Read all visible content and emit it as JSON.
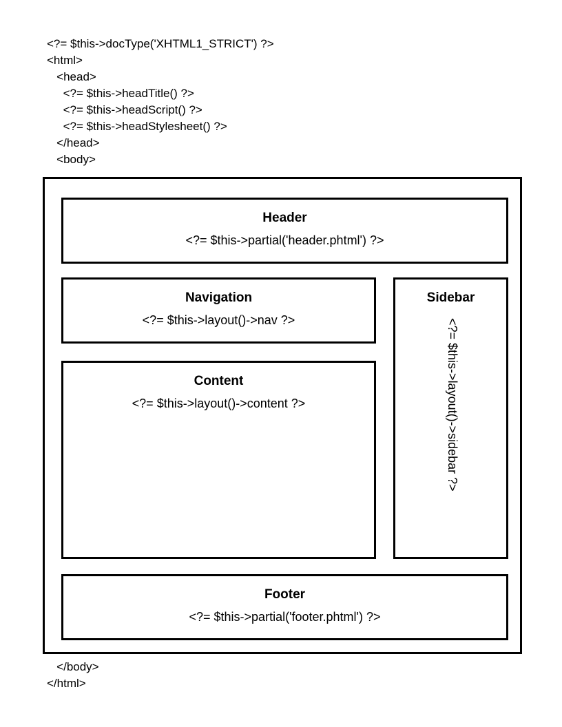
{
  "diagram": {
    "title": "Zend Framework two-step view layout diagram",
    "colors": {
      "ink": "#000000",
      "paper": "#ffffff"
    },
    "code_top": "<?= $this->docType('XHTML1_STRICT') ?>\n<html>\n   <head>\n     <?= $this->headTitle() ?>\n     <?= $this->headScript() ?>\n     <?= $this->headStylesheet() ?>\n   </head>\n   <body>",
    "code_bottom": "   </body>\n</html>",
    "regions": {
      "header": {
        "title": "Header",
        "code": "<?= $this->partial('header.phtml') ?>"
      },
      "navigation": {
        "title": "Navigation",
        "code": "<?= $this->layout()->nav ?>"
      },
      "content": {
        "title": "Content",
        "code": "<?= $this->layout()->content ?>"
      },
      "sidebar": {
        "title": "Sidebar",
        "code": "<?= $this->layout()->sidebar ?>"
      },
      "footer": {
        "title": "Footer",
        "code": "<?= $this->partial('footer.phtml') ?>"
      }
    }
  }
}
